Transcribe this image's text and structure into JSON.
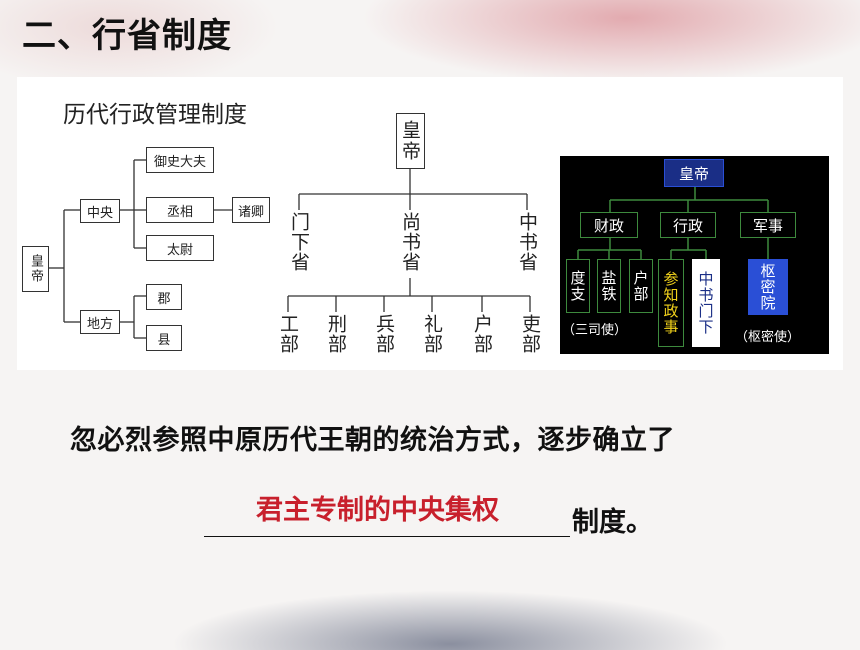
{
  "title": "二、行省制度",
  "diagram1": {
    "title": "历代行政管理制度",
    "root": "皇帝",
    "central": "中央",
    "central_children": [
      "御史大夫",
      "丞相",
      "太尉"
    ],
    "chancellor_child": "诸卿",
    "local": "地方",
    "local_children": [
      "郡",
      "县"
    ]
  },
  "diagram2": {
    "root": "皇帝",
    "provinces": [
      "门下省",
      "尚书省",
      "中书省"
    ],
    "ministries": [
      "工部",
      "刑部",
      "兵部",
      "礼部",
      "户部",
      "吏部"
    ]
  },
  "diagram3": {
    "root": "皇帝",
    "branches": [
      "财政",
      "行政",
      "军事"
    ],
    "finance_children": [
      "度支",
      "盐铁",
      "户部"
    ],
    "finance_note": "（三司使）",
    "admin_children": [
      "参知政事",
      "中书门下"
    ],
    "military_children": [
      "枢密院"
    ],
    "military_note": "（枢密使）",
    "colors": {
      "green": "#3d8a3d",
      "yellow": "#f2d21b",
      "blue": "#2a4fd6",
      "navy": "#1a2e86"
    }
  },
  "sentence": "忽必烈参照中原历代王朝的统治方式，逐步确立了",
  "answer": "君主专制的中央集权",
  "suffix": "制度。"
}
